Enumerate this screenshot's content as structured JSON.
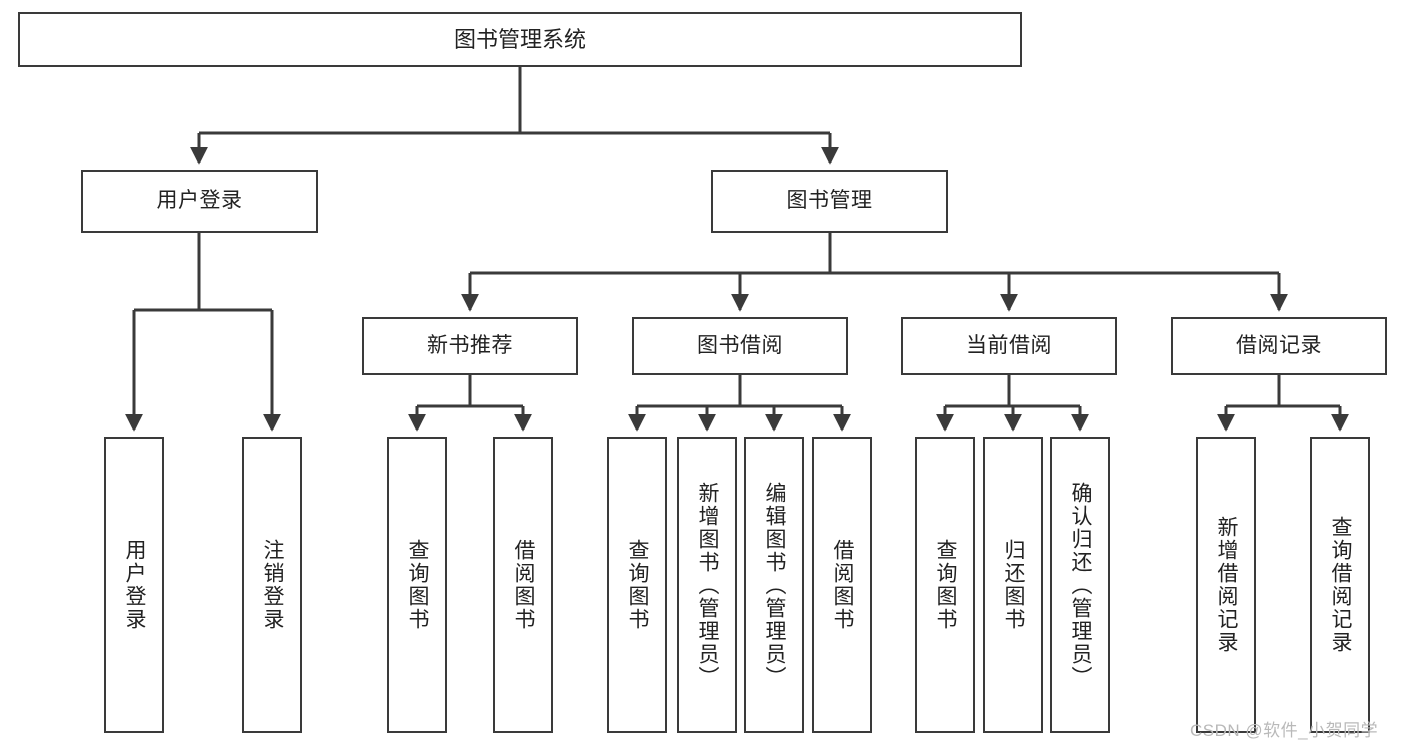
{
  "diagram": {
    "title": "图书管理系统",
    "type": "function-tree",
    "root": {
      "label": "图书管理系统"
    },
    "level2": [
      {
        "label": "用户登录"
      },
      {
        "label": "图书管理"
      }
    ],
    "level3": [
      {
        "label": "新书推荐"
      },
      {
        "label": "图书借阅"
      },
      {
        "label": "当前借阅"
      },
      {
        "label": "借阅记录"
      }
    ],
    "leaves": {
      "user_login": [
        {
          "label": "用户登录"
        },
        {
          "label": "注销登录"
        }
      ],
      "new_book_recommend": [
        {
          "label": "查询图书"
        },
        {
          "label": "借阅图书"
        }
      ],
      "book_borrow": [
        {
          "label": "查询图书"
        },
        {
          "label": "新增图书（管理员）"
        },
        {
          "label": "编辑图书（管理员）"
        },
        {
          "label": "借阅图书"
        }
      ],
      "current_borrow": [
        {
          "label": "查询图书"
        },
        {
          "label": "归还图书"
        },
        {
          "label": "确认归还（管理员）"
        }
      ],
      "borrow_record": [
        {
          "label": "新增借阅记录"
        },
        {
          "label": "查询借阅记录"
        }
      ]
    }
  },
  "watermark": {
    "text": "CSDN @软件_小贺同学"
  },
  "colors": {
    "stroke": "#3a3a3a",
    "background": "#ffffff",
    "text": "#222222",
    "watermark": "#b9b9b9"
  }
}
